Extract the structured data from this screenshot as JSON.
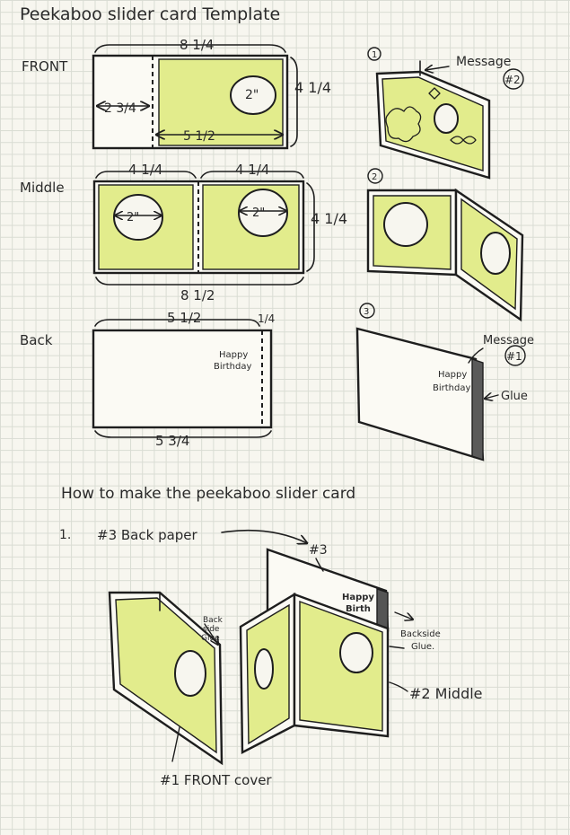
{
  "title": "Peekaboo slider card Template",
  "front": {
    "label": "FRONT",
    "width_top": "8 1/4",
    "height": "4 1/4",
    "flap": "2 3/4",
    "panel_width": "5 1/2",
    "hole": "2\""
  },
  "middle": {
    "label": "Middle",
    "panel_left_width": "4 1/4",
    "panel_right_width": "4 1/4",
    "height": "4 1/4",
    "total_width": "8 1/2",
    "hole_left": "2\"",
    "hole_right": "2\""
  },
  "back": {
    "label": "Back",
    "main_width": "5 1/2",
    "flap": "1/4",
    "total_width": "5 3/4",
    "text_line1": "Happy",
    "text_line2": "Birthday"
  },
  "steps": {
    "one": "1",
    "two": "2",
    "three": "3",
    "message_word": "Message",
    "message_2": "#2",
    "message_1": "#1",
    "glue": "Glue",
    "hb_line1": "Happy",
    "hb_line2": "Birthday"
  },
  "howto": {
    "heading": "How to make the peekaboo slider card",
    "step_num": "1.",
    "back_paper": "#3 Back paper",
    "num3": "#3",
    "happy": "Happy",
    "birth": "Birth",
    "backside_glue_l1": "Back",
    "backside_glue_l2": "side",
    "backside_glue_l3": "Glue",
    "backside_glue_r1": "Backside",
    "backside_glue_r2": "Glue.",
    "middle_label": "#2 Middle",
    "front_cover": "#1 FRONT cover"
  }
}
